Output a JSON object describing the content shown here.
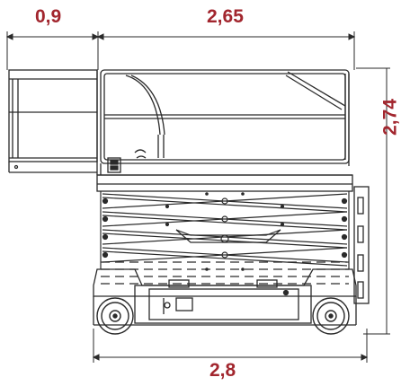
{
  "dimensions": {
    "front_extension": "0,9",
    "platform_length": "2,65",
    "height": "2,74",
    "overall_length": "2,8"
  },
  "colors": {
    "dimension_text": "#a2262e",
    "line": "#2a2a2a",
    "background": "#ffffff"
  }
}
